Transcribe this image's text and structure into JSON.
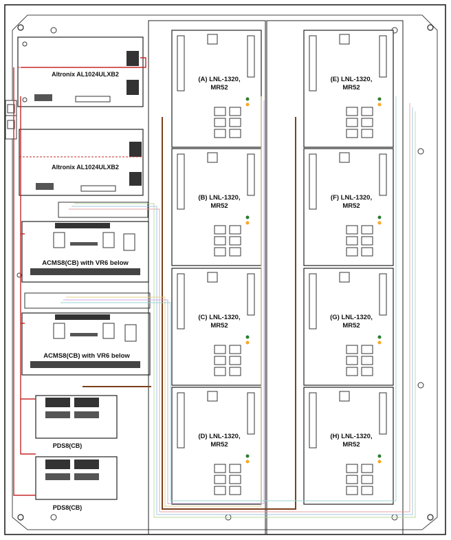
{
  "diagram": {
    "power_supplies": [
      {
        "id": "ps1",
        "label": "Altronix AL1024ULXB2"
      },
      {
        "id": "ps2",
        "label": "Altronix AL1024ULXB2"
      }
    ],
    "acms_boards": [
      {
        "id": "acms1",
        "label": "ACMS8(CB) with VR6 below"
      },
      {
        "id": "acms2",
        "label": "ACMS8(CB) with VR6 below"
      }
    ],
    "pds_boards": [
      {
        "id": "pds1",
        "label": "PDS8(CB)"
      },
      {
        "id": "pds2",
        "label": "PDS8(CB)"
      }
    ],
    "controllers": [
      {
        "id": "A",
        "line1": "(A) LNL-1320,",
        "line2": "MR52"
      },
      {
        "id": "B",
        "line1": "(B) LNL-1320,",
        "line2": "MR52"
      },
      {
        "id": "C",
        "line1": "(C) LNL-1320,",
        "line2": "MR52"
      },
      {
        "id": "D",
        "line1": "(D) LNL-1320,",
        "line2": "MR52"
      },
      {
        "id": "E",
        "line1": "(E) LNL-1320,",
        "line2": "MR52"
      },
      {
        "id": "F",
        "line1": "(F) LNL-1320,",
        "line2": "MR52"
      },
      {
        "id": "G",
        "line1": "(G) LNL-1320,",
        "line2": "MR52"
      },
      {
        "id": "H",
        "line1": "(H) LNL-1320,",
        "line2": "MR52"
      }
    ],
    "colors": {
      "outline": "#222222",
      "power_wire": "#c62828",
      "data_wire": "#7b3f1a",
      "pastel_wires": [
        "#e6a0a0",
        "#a0c4e6",
        "#b5d99c",
        "#e6d08a",
        "#c9a8e0",
        "#9ad3d0"
      ],
      "component_fill": "#ffffff",
      "terminal_fill": "#333333"
    },
    "icons": [
      "mounting-keyhole-icon",
      "tamper-switch-icon",
      "relay-icon",
      "terminal-block-icon",
      "led-icon"
    ]
  }
}
